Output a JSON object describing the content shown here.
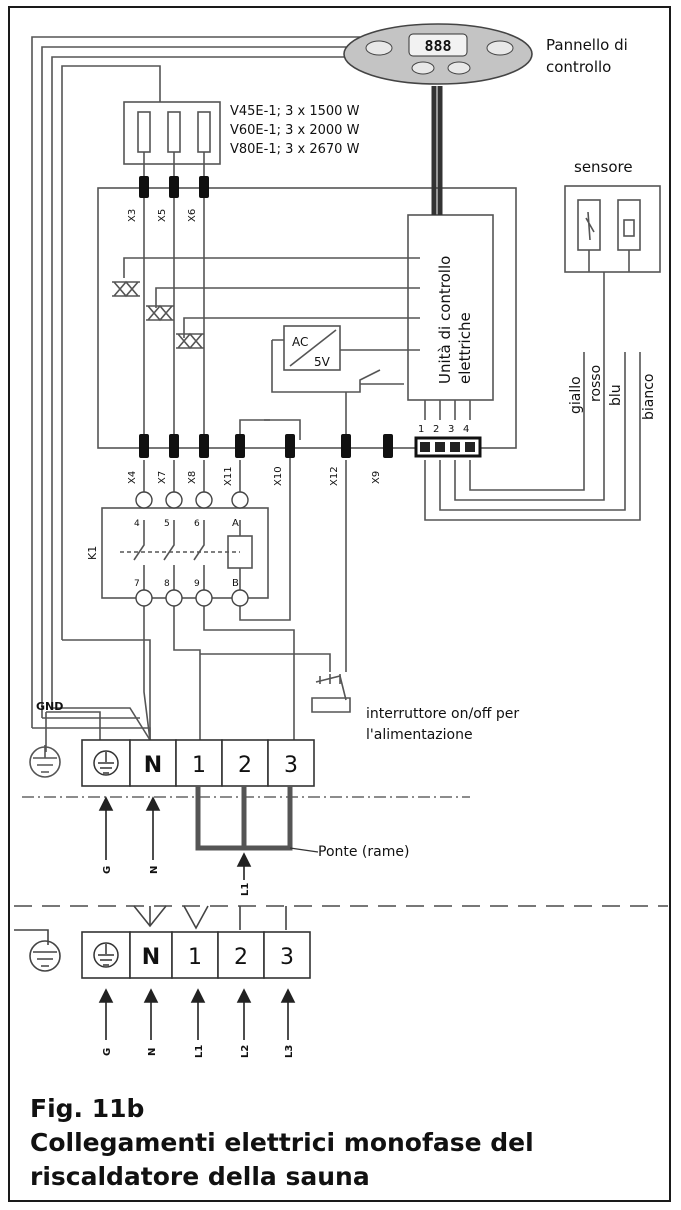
{
  "control_panel": {
    "label_line1": "Pannello di",
    "label_line2": "controllo",
    "display": "888"
  },
  "heater_models": [
    "V45E-1; 3 x 1500 W",
    "V60E-1; 3 x 2000 W",
    "V80E-1; 3 x 2670 W"
  ],
  "sensor": {
    "label": "sensore",
    "wires": [
      "giallo",
      "rosso",
      "blu",
      "bianco"
    ]
  },
  "control_unit": {
    "line1": "Unità di controllo",
    "line2": "elettriche"
  },
  "psu": {
    "line1": "AC",
    "line2": "5V"
  },
  "connectors_top": [
    "X3",
    "X5",
    "X6"
  ],
  "connectors_bottom": [
    "X4",
    "X7",
    "X8",
    "X11",
    "X10",
    "X12",
    "X9"
  ],
  "terminal_block_pins": [
    "1",
    "2",
    "3",
    "4"
  ],
  "contactor": {
    "name": "K1",
    "top": [
      "4",
      "5",
      "6",
      "A"
    ],
    "bottom": [
      "7",
      "8",
      "9",
      "B"
    ]
  },
  "switch_label": {
    "line1": "interruttore on/off per",
    "line2": "l'alimentazione"
  },
  "gnd_label": "GND",
  "terminals_upper": [
    "N",
    "1",
    "2",
    "3"
  ],
  "inputs_upper": [
    "G",
    "N",
    "L1"
  ],
  "bridge_label": "Ponte (rame)",
  "terminals_lower": [
    "N",
    "1",
    "2",
    "3"
  ],
  "inputs_lower": [
    "G",
    "N",
    "L1",
    "L2",
    "L3"
  ],
  "caption": {
    "fig": "Fig. 11b",
    "title_line1": "Collegamenti elettrici monofase del",
    "title_line2": "riscaldatore della sauna"
  }
}
